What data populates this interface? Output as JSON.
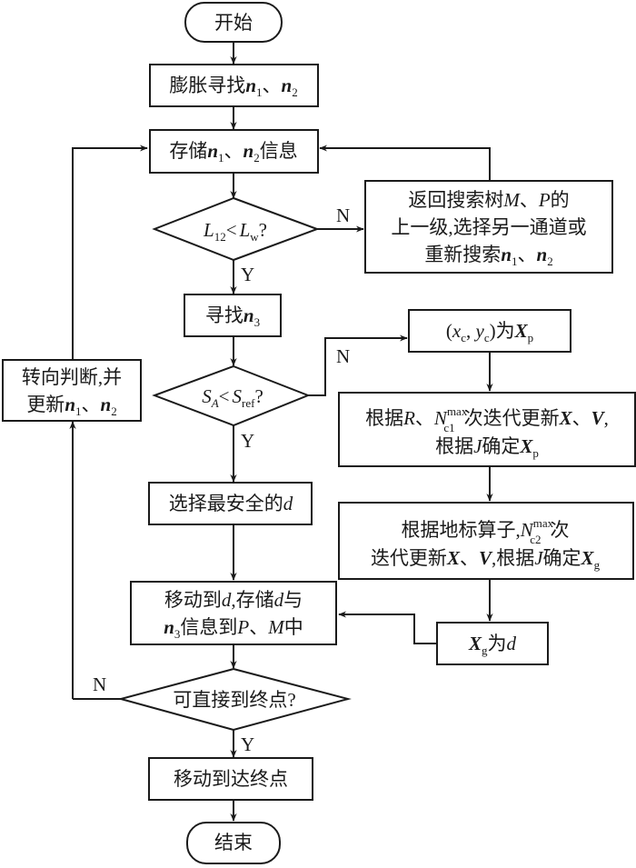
{
  "diagram": {
    "type": "flowchart",
    "colors": {
      "stroke": "#1a1a1a",
      "fill": "#ffffff",
      "text": "#1a1a1a"
    },
    "nodes": {
      "start": {
        "kind": "terminator",
        "text": "开始"
      },
      "expand": {
        "kind": "process",
        "prefix": "膨胀寻找",
        "v1": "n",
        "s1": "1",
        "sep": "、",
        "v2": "n",
        "s2": "2"
      },
      "store": {
        "kind": "process",
        "prefix": "存储",
        "v1": "n",
        "s1": "1",
        "sep": "、",
        "v2": "n",
        "s2": "2",
        "suffix": "信息"
      },
      "check_l": {
        "kind": "decision",
        "a": "L",
        "a_sub": "12",
        "op": "<",
        "b": "L",
        "b_sub": "w",
        "q": "?"
      },
      "backtrack": {
        "kind": "process",
        "line1_prefix": "返回搜索树",
        "line1_m": "M",
        "line1_sep": "、",
        "line1_p": "P",
        "line1_suffix": "的",
        "line2": "上一级,选择另一通道或",
        "line3_prefix": "重新搜索",
        "v1": "n",
        "s1": "1",
        "sep": "、",
        "v2": "n",
        "s2": "2"
      },
      "find_n3": {
        "kind": "process",
        "prefix": "寻找",
        "v": "n",
        "s": "3"
      },
      "check_s": {
        "kind": "decision",
        "a": "S",
        "a_sub": "A",
        "op": "<",
        "b": "S",
        "b_sub": "ref",
        "q": "?"
      },
      "xc_yc": {
        "kind": "process",
        "open": "(",
        "x": "x",
        "x_sub": "c",
        "comma": ", ",
        "y": "y",
        "y_sub": "c",
        "close": ")",
        "mid": "为",
        "X": "X",
        "X_sub": "p"
      },
      "update1": {
        "kind": "process",
        "line1_prefix": "根据",
        "R": "R",
        "sep1": "、",
        "N": "N",
        "N_sub": "c1",
        "N_sup": "max",
        "mid": "次迭代更新",
        "X": "X",
        "sep2": "、",
        "V": "V",
        "end": ",",
        "line2_prefix": "根据",
        "J": "J",
        "line2_mid": "确定",
        "X2": "X",
        "X2_sub": "p"
      },
      "update2": {
        "kind": "process",
        "line1_prefix": "根据地标算子,",
        "N": "N",
        "N_sub": "c2",
        "N_sup": "max",
        "line1_suffix": "次",
        "line2_prefix": "迭代更新",
        "X": "X",
        "sep": "、",
        "V": "V",
        "mid": ",根据",
        "J": "J",
        "mid2": "确定",
        "X2": "X",
        "X2_sub": "g"
      },
      "xg_d": {
        "kind": "process",
        "X": "X",
        "X_sub": "g",
        "mid": "为",
        "d": "d"
      },
      "select_d": {
        "kind": "process",
        "prefix": "选择最安全的",
        "d": "d"
      },
      "move_d": {
        "kind": "process",
        "line1_prefix": "移动到",
        "d1": "d",
        "line1_mid": ",存储",
        "d2": "d",
        "line1_suffix": "与",
        "v": "n",
        "s": "3",
        "line2_mid": "信息到",
        "P": "P",
        "sep": "、",
        "M": "M",
        "line2_suffix": "中"
      },
      "turn": {
        "kind": "process",
        "line1": "转向判断,并",
        "line2_prefix": "更新",
        "v1": "n",
        "s1": "1",
        "sep": "、",
        "v2": "n",
        "s2": "2"
      },
      "check_end": {
        "kind": "decision",
        "text": "可直接到终点?"
      },
      "move_end": {
        "kind": "process",
        "text": "移动到达终点"
      },
      "end": {
        "kind": "terminator",
        "text": "结束"
      }
    },
    "edge_labels": {
      "check_l_no": "N",
      "check_l_yes": "Y",
      "check_s_no": "N",
      "check_s_yes": "Y",
      "check_end_no": "N",
      "check_end_yes": "Y"
    },
    "edges": [
      {
        "from": "start",
        "to": "expand"
      },
      {
        "from": "expand",
        "to": "store"
      },
      {
        "from": "store",
        "to": "check_l"
      },
      {
        "from": "check_l",
        "to": "backtrack",
        "label": "N"
      },
      {
        "from": "backtrack",
        "to": "store"
      },
      {
        "from": "check_l",
        "to": "find_n3",
        "label": "Y"
      },
      {
        "from": "find_n3",
        "to": "check_s"
      },
      {
        "from": "check_s",
        "to": "xc_yc",
        "label": "N"
      },
      {
        "from": "xc_yc",
        "to": "update1"
      },
      {
        "from": "update1",
        "to": "update2"
      },
      {
        "from": "update2",
        "to": "xg_d"
      },
      {
        "from": "xg_d",
        "to": "move_d"
      },
      {
        "from": "check_s",
        "to": "select_d",
        "label": "Y"
      },
      {
        "from": "select_d",
        "to": "move_d"
      },
      {
        "from": "move_d",
        "to": "check_end"
      },
      {
        "from": "check_end",
        "to": "turn",
        "label": "N"
      },
      {
        "from": "turn",
        "to": "store"
      },
      {
        "from": "check_end",
        "to": "move_end",
        "label": "Y"
      },
      {
        "from": "move_end",
        "to": "end"
      }
    ]
  }
}
